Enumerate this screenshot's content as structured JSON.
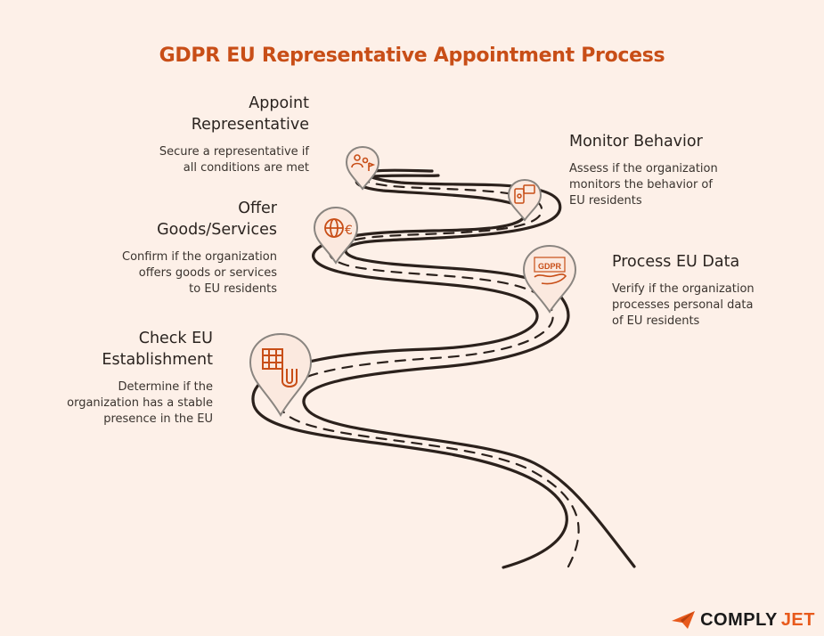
{
  "title": "GDPR EU Representative Appointment Process",
  "steps": [
    {
      "heading": [
        "Check EU",
        "Establishment"
      ],
      "desc": [
        "Determine if the",
        "organization has a stable",
        "presence in the EU"
      ],
      "icon": "eu-building-magnet-icon"
    },
    {
      "heading": [
        "Process EU Data"
      ],
      "desc": [
        "Verify if the organization",
        "processes personal data",
        "of EU residents"
      ],
      "icon": "gdpr-hand-icon"
    },
    {
      "heading": [
        "Offer",
        "Goods/Services"
      ],
      "desc": [
        "Confirm if the organization",
        "offers goods or services",
        "to EU residents"
      ],
      "icon": "globe-euro-icon"
    },
    {
      "heading": [
        "Monitor Behavior"
      ],
      "desc": [
        "Assess if the organization",
        "monitors the behavior of",
        "EU residents"
      ],
      "icon": "devices-monitor-icon"
    },
    {
      "heading": [
        "Appoint",
        "Representative"
      ],
      "desc": [
        "Secure a representative if",
        "all conditions are met"
      ],
      "icon": "people-flag-icon"
    }
  ],
  "brand": {
    "part1": "COMPLY",
    "part2": "JET"
  },
  "colors": {
    "accent": "#c84e17",
    "road": "#2b211c",
    "background": "#fdf0e8"
  }
}
